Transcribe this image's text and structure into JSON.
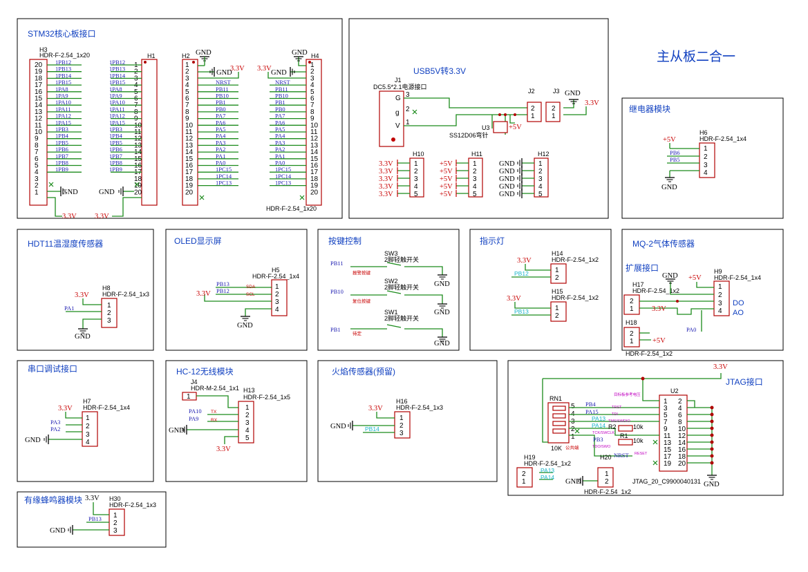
{
  "main_title": "主从板二合一",
  "sections": {
    "stm32": "STM32核心板接口",
    "usb": "USB5V转3.3V",
    "relay": "继电器模块",
    "dht": "HDT11温湿度传感器",
    "oled": "OLED显示屏",
    "key": "按键控制",
    "led": "指示灯",
    "mq2": "MQ-2气体传感器",
    "ext": "扩展接口",
    "uart": "串口调试接口",
    "hc12": "HC-12无线模块",
    "fire": "火焰传感器(预留)",
    "jtag": "JTAG接口",
    "buzzer": "有缘蜂鸣器模块"
  },
  "power": {
    "v33": "3.3V",
    "v5": "+5V",
    "gnd": "GND"
  },
  "components": {
    "H3": {
      "ref": "H3",
      "value": "HDR-F-2.54_1x20"
    },
    "H1": {
      "ref": "H1"
    },
    "H2": {
      "ref": "H2"
    },
    "H4": {
      "ref": "H4",
      "value": "HDR-F-2.54_1x20"
    },
    "J1": {
      "ref": "J1",
      "value": "DC5.5*2.1电源接口",
      "pins": [
        "3",
        "2",
        "1"
      ],
      "pin_names": [
        "G",
        "g",
        "V"
      ]
    },
    "J2": {
      "ref": "J2"
    },
    "J3": {
      "ref": "J3"
    },
    "U3": {
      "ref": "U3",
      "value": "SS12D06弯针"
    },
    "H10": {
      "ref": "H10"
    },
    "H11": {
      "ref": "H11"
    },
    "H12": {
      "ref": "H12"
    },
    "H6": {
      "ref": "H6",
      "value": "HDR-F-2.54_1x4"
    },
    "H8": {
      "ref": "H8",
      "value": "HDR-F-2.54_1x3"
    },
    "H5": {
      "ref": "H5",
      "value": "HDR-F-2.54_1x4"
    },
    "SW3": {
      "ref": "SW3",
      "value": "2脚轻触开关",
      "note": "报警按键"
    },
    "SW2": {
      "ref": "SW2",
      "value": "2脚轻触开关",
      "note": "复位按键"
    },
    "SW1": {
      "ref": "SW1",
      "value": "2脚轻触开关",
      "note": "待定"
    },
    "H14": {
      "ref": "H14",
      "value": "HDR-F-2.54_1x2"
    },
    "H15": {
      "ref": "H15",
      "value": "HDR-F-2.54_1x2"
    },
    "H9": {
      "ref": "H9",
      "value": "HDR-F-2.54_1x4"
    },
    "H17": {
      "ref": "H17",
      "value": "HDR-F-2.54_1x2"
    },
    "H18": {
      "ref": "H18",
      "value": "HDR-F-2.54_1x2"
    },
    "H7": {
      "ref": "H7",
      "value": "HDR-F-2.54_1x4"
    },
    "J4": {
      "ref": "J4",
      "value": "HDR-M-2.54_1x1"
    },
    "H13": {
      "ref": "H13",
      "value": "HDR-F-2.54_1x5"
    },
    "H16": {
      "ref": "H16",
      "value": "HDR-F-2.54_1x3"
    },
    "RN1": {
      "ref": "RN1",
      "value": "10K",
      "note": "公共端"
    },
    "R1": {
      "ref": "R1",
      "value": "10k"
    },
    "R2": {
      "ref": "R2",
      "value": "10k"
    },
    "U2": {
      "ref": "U2",
      "value": "JTAG_20_C9900040131",
      "note": "目标板参考电压"
    },
    "H19": {
      "ref": "H19",
      "value": "HDR-F-2.54_1x2"
    },
    "H20": {
      "ref": "H20",
      "value": "HDR-F-2.54_1x2"
    },
    "H30": {
      "ref": "H30",
      "value": "HDR-F-2.54_1x3"
    }
  },
  "nets": {
    "h3": [
      "PB12",
      "PB13",
      "PB14",
      "PB15",
      "PA8",
      "PA9",
      "PA10",
      "PA11",
      "PA12",
      "PA15",
      "PB3",
      "PB4",
      "PB5",
      "PB6",
      "PB7",
      "PB8",
      "PB9"
    ],
    "h1": [
      "PB12",
      "PB13",
      "PB14",
      "PB15",
      "PA8",
      "PA9",
      "PA10",
      "PA11",
      "PA12",
      "PA15",
      "PB3",
      "PB4",
      "PB5",
      "PB6",
      "PB7",
      "PB8",
      "PB9"
    ],
    "h2": [
      "NRST",
      "PB11",
      "PB10",
      "PB1",
      "PB0",
      "PA7",
      "PA6",
      "PA5",
      "PA4",
      "PA3",
      "PA2",
      "PA1",
      "PA0",
      "PC15",
      "PC14",
      "PC13"
    ],
    "h4": [
      "NRST",
      "PB11",
      "PB10",
      "PB1",
      "PB0",
      "PA7",
      "PA6",
      "PA5",
      "PA4",
      "PA3",
      "PA2",
      "PA1",
      "PA0",
      "PC15",
      "PC14",
      "PC13"
    ],
    "relay": [
      "PB6",
      "PB5"
    ],
    "dht": "PA1",
    "oled": [
      "PB13",
      "PB12"
    ],
    "oled_sig": [
      "SDA",
      "SCL"
    ],
    "keys": [
      "PB11",
      "PB10",
      "PB1"
    ],
    "leds": [
      "PB12",
      "PB13"
    ],
    "mq2_do": "DO",
    "mq2_ao": "AO",
    "mq2_pa": "PA0",
    "uart": [
      "PA3",
      "PA2"
    ],
    "hc12": [
      "PA10",
      "PA9"
    ],
    "hc12_sig": [
      "TX",
      "RX"
    ],
    "fire": "PB14",
    "jtag_left": [
      "PB4",
      "PA15",
      "PA13",
      "PA14",
      "PB3"
    ],
    "jtag_sig": [
      "TRST",
      "TDI",
      "TMS/SWDIO",
      "TCK/SWCLK",
      "TDO/SWO",
      "RESET"
    ],
    "jtag_nrst": "NRST",
    "h19": [
      "PA13",
      "PA14"
    ],
    "buzzer": "PB13"
  }
}
